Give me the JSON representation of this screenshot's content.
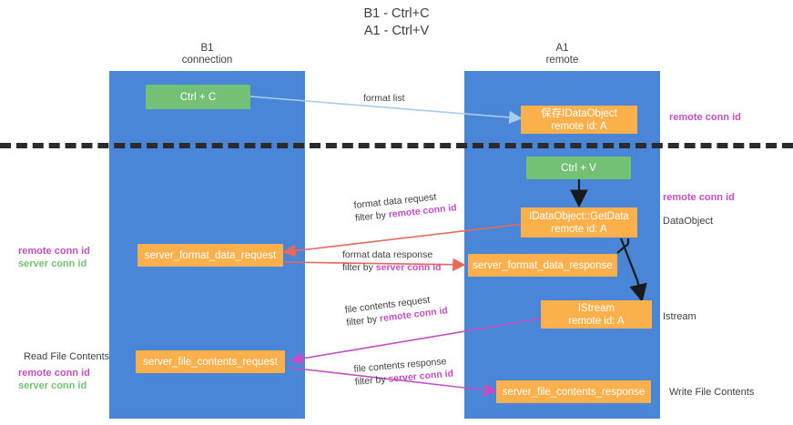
{
  "title": "B1 - Ctrl+C\nA1 - Ctrl+V",
  "lanes": [
    {
      "id": "b1",
      "label": "B1\nconnection",
      "color": "#4a86d8"
    },
    {
      "id": "a1",
      "label": "A1\nremote",
      "color": "#4a86d8"
    }
  ],
  "nodes": {
    "ctrl_c": {
      "line1": "Ctrl + C",
      "line2": "",
      "color": "#73c174"
    },
    "save_ido": {
      "line1": "保存IDataObject",
      "line2": "remote id: A",
      "color": "#fbb04c"
    },
    "ctrl_v": {
      "line1": "Ctrl + V",
      "line2": "",
      "color": "#73c174"
    },
    "getdata": {
      "line1": "IDataObject::GetData",
      "line2": "remote id: A",
      "color": "#fbb04c"
    },
    "sfdreq": {
      "line1": "server_format_data_request",
      "line2": "",
      "color": "#fbb04c"
    },
    "sfdresp": {
      "line1": "server_format_data_response",
      "line2": "",
      "color": "#fbb04c"
    },
    "istream": {
      "line1": "IStream",
      "line2": "remote id: A",
      "color": "#fbb04c"
    },
    "sfcreq": {
      "line1": "server_file_contents_request",
      "line2": "",
      "color": "#fbb04c"
    },
    "sfcresp": {
      "line1": "server_file_contents_response",
      "line2": "",
      "color": "#fbb04c"
    }
  },
  "edge_labels": {
    "format_list": {
      "line1": "format list",
      "line2_prefix": "",
      "line2_hl": ""
    },
    "format_data_request": {
      "line1": "format data request",
      "line2_prefix": "filter by ",
      "line2_hl": "remote conn id"
    },
    "format_data_response": {
      "line1": "format data response",
      "line2_prefix": "filter by ",
      "line2_hl": "server conn id"
    },
    "file_contents_request": {
      "line1": "file contents request",
      "line2_prefix": "filter by ",
      "line2_hl": "remote conn id"
    },
    "file_contents_response": {
      "line1": "file contents response",
      "line2_prefix": "filter by ",
      "line2_hl": "server conn id"
    }
  },
  "side_labels": {
    "right_remote_top": "remote conn id",
    "right_remote_mid": "remote conn id",
    "right_dataobject": "DataObject",
    "right_istream": "Istream",
    "right_write_file": "Write File Contents",
    "left_remote": "remote conn id",
    "left_server": "server conn id",
    "left_read_file": "Read File Contents",
    "left_remote2": "remote conn id",
    "left_server2": "server conn id"
  },
  "colors": {
    "lane": "#4a86d8",
    "orange": "#fbb04c",
    "green": "#73c174",
    "magenta": "#c34ec3",
    "arrow_blue": "#a8cced",
    "arrow_red": "#e8685c",
    "arrow_black": "#1a1a1a",
    "divider": "#2b2b2b",
    "text": "#3c4043"
  }
}
